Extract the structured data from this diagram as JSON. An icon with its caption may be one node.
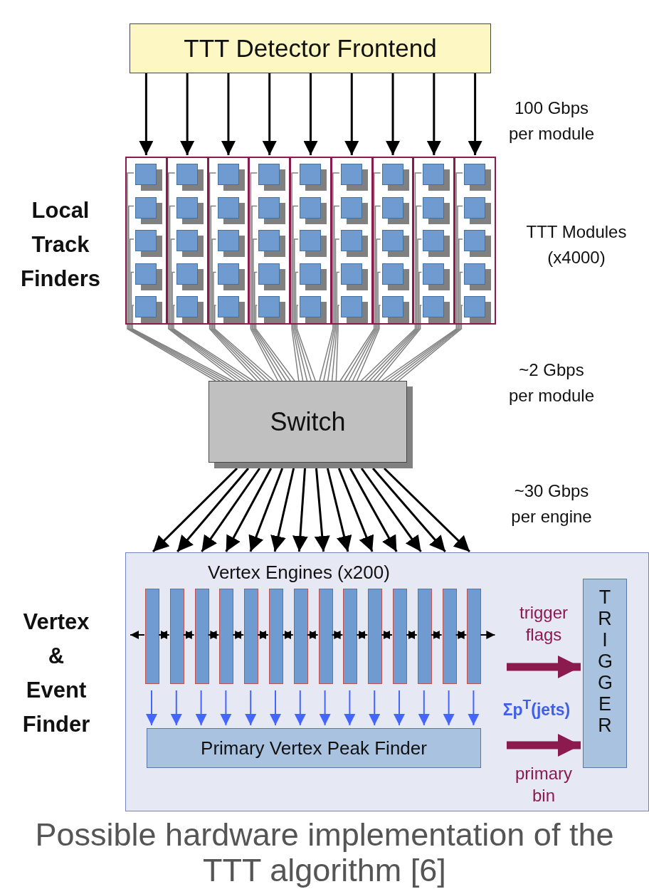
{
  "diagram": {
    "caption": "Possible hardware implementation of the TTT algorithm [6]",
    "nodes": [
      {
        "text": [
          "TTT Detector Frontend"
        ]
      },
      {
        "text": [],
        "shape": "box"
      },
      {
        "text": [],
        "shape": "box",
        "in": 1
      },
      {
        "text": [],
        "shape": "box",
        "in": 1
      },
      {
        "text": [],
        "shape": "box",
        "in": 1
      },
      {
        "text": [],
        "shape": "box",
        "in": 1
      },
      {
        "text": [],
        "shape": "box",
        "in": 1
      },
      {
        "text": [],
        "shape": "box"
      },
      {
        "text": [],
        "shape": "box",
        "in": 7
      },
      {
        "text": [],
        "shape": "box",
        "in": 7
      },
      {
        "text": [],
        "shape": "box",
        "in": 7
      },
      {
        "text": [],
        "shape": "box",
        "in": 7
      },
      {
        "text": [],
        "shape": "box",
        "in": 7
      },
      {
        "text": [],
        "shape": "box"
      },
      {
        "text": [],
        "shape": "box",
        "in": 13
      },
      {
        "text": [],
        "shape": "box",
        "in": 13
      },
      {
        "text": [],
        "shape": "box",
        "in": 13
      },
      {
        "text": [],
        "shape": "box",
        "in": 13
      },
      {
        "text": [],
        "shape": "box",
        "in": 13
      },
      {
        "text": [],
        "shape": "box"
      },
      {
        "text": [],
        "shape": "box",
        "in": 19
      },
      {
        "text": [],
        "shape": "box",
        "in": 19
      },
      {
        "text": [],
        "shape": "box",
        "in": 19
      },
      {
        "text": [],
        "shape": "box",
        "in": 19
      },
      {
        "text": [],
        "shape": "box",
        "in": 19
      },
      {
        "text": [],
        "shape": "box"
      },
      {
        "text": [],
        "shape": "box",
        "in": 25
      },
      {
        "text": [],
        "shape": "box",
        "in": 25
      },
      {
        "text": [],
        "shape": "box",
        "in": 25
      },
      {
        "text": [],
        "shape": "box",
        "in": 25
      },
      {
        "text": [],
        "shape": "box",
        "in": 25
      },
      {
        "text": [],
        "shape": "box"
      },
      {
        "text": [],
        "shape": "box",
        "in": 31
      },
      {
        "text": [],
        "shape": "box",
        "in": 31
      },
      {
        "text": [],
        "shape": "box",
        "in": 31
      },
      {
        "text": [],
        "shape": "box",
        "in": 31
      },
      {
        "text": [],
        "shape": "box",
        "in": 31
      },
      {
        "text": [],
        "shape": "box"
      },
      {
        "text": [],
        "shape": "box",
        "in": 37
      },
      {
        "text": [],
        "shape": "box",
        "in": 37
      },
      {
        "text": [],
        "shape": "box",
        "in": 37
      },
      {
        "text": [],
        "shape": "box",
        "in": 37
      },
      {
        "text": [],
        "shape": "box",
        "in": 37
      },
      {
        "text": [],
        "shape": "box"
      },
      {
        "text": [],
        "shape": "box",
        "in": 43
      },
      {
        "text": [],
        "shape": "box",
        "in": 43
      },
      {
        "text": [],
        "shape": "box",
        "in": 43
      },
      {
        "text": [],
        "shape": "box",
        "in": 43
      },
      {
        "text": [],
        "shape": "box",
        "in": 43
      },
      {
        "text": [],
        "shape": "box"
      },
      {
        "text": [],
        "shape": "box",
        "in": 49
      },
      {
        "text": [],
        "shape": "box",
        "in": 49
      },
      {
        "text": [],
        "shape": "box",
        "in": 49
      },
      {
        "text": [],
        "shape": "box",
        "in": 49
      },
      {
        "text": [],
        "shape": "box",
        "in": 49
      },
      {
        "text": [
          "Switch"
        ]
      },
      {
        "text": [
          "Vertex Engines (x200)"
        ]
      },
      {
        "text": [],
        "shape": "bar",
        "in": 56
      },
      {
        "text": [],
        "shape": "bar",
        "in": 56
      },
      {
        "text": [],
        "shape": "bar",
        "in": 56
      },
      {
        "text": [],
        "shape": "bar",
        "in": 56
      },
      {
        "text": [],
        "shape": "bar",
        "in": 56
      },
      {
        "text": [],
        "shape": "bar",
        "in": 56
      },
      {
        "text": [],
        "shape": "bar",
        "in": 56
      },
      {
        "text": [],
        "shape": "bar",
        "in": 56
      },
      {
        "text": [],
        "shape": "bar",
        "in": 56
      },
      {
        "text": [],
        "shape": "bar",
        "in": 56
      },
      {
        "text": [],
        "shape": "bar",
        "in": 56
      },
      {
        "text": [],
        "shape": "bar",
        "in": 56
      },
      {
        "text": [],
        "shape": "bar",
        "in": 56
      },
      {
        "text": [],
        "shape": "bar",
        "in": 56
      },
      {
        "text": [
          "Primary Vertex Peak Finder"
        ],
        "in": 56
      },
      {
        "text": [
          "TRIGGER"
        ],
        "in": 56
      }
    ],
    "edges": [
      {
        "from": 0,
        "to": 1,
        "arrow": "to",
        "color": "#000000"
      },
      {
        "from": 0,
        "to": 7,
        "arrow": "to",
        "color": "#000000"
      },
      {
        "from": 0,
        "to": 13,
        "arrow": "to",
        "color": "#000000"
      },
      {
        "from": 0,
        "to": 19,
        "arrow": "to",
        "color": "#000000"
      },
      {
        "from": 0,
        "to": 25,
        "arrow": "to",
        "color": "#000000"
      },
      {
        "from": 0,
        "to": 31,
        "arrow": "to",
        "color": "#000000"
      },
      {
        "from": 0,
        "to": 37,
        "arrow": "to",
        "color": "#000000"
      },
      {
        "from": 0,
        "to": 43,
        "arrow": "to",
        "color": "#000000"
      },
      {
        "from": 0,
        "to": 49,
        "arrow": "to",
        "color": "#000000"
      },
      {
        "from": 2,
        "to": 55,
        "arrow": "none",
        "color": "#808080"
      },
      {
        "from": 3,
        "to": 55,
        "arrow": "none",
        "color": "#808080"
      },
      {
        "from": 4,
        "to": 55,
        "arrow": "none",
        "color": "#808080"
      },
      {
        "from": 5,
        "to": 55,
        "arrow": "none",
        "color": "#808080"
      },
      {
        "from": 6,
        "to": 55,
        "arrow": "none",
        "color": "#808080"
      },
      {
        "from": 8,
        "to": 55,
        "arrow": "none",
        "color": "#808080"
      },
      {
        "from": 9,
        "to": 55,
        "arrow": "none",
        "color": "#808080"
      },
      {
        "from": 10,
        "to": 55,
        "arrow": "none",
        "color": "#808080"
      },
      {
        "from": 11,
        "to": 55,
        "arrow": "none",
        "color": "#808080"
      },
      {
        "from": 12,
        "to": 55,
        "arrow": "none",
        "color": "#808080"
      },
      {
        "from": 14,
        "to": 55,
        "arrow": "none",
        "color": "#808080"
      },
      {
        "from": 15,
        "to": 55,
        "arrow": "none",
        "color": "#808080"
      },
      {
        "from": 16,
        "to": 55,
        "arrow": "none",
        "color": "#808080"
      },
      {
        "from": 17,
        "to": 55,
        "arrow": "none",
        "color": "#808080"
      },
      {
        "from": 18,
        "to": 55,
        "arrow": "none",
        "color": "#808080"
      },
      {
        "from": 20,
        "to": 55,
        "arrow": "none",
        "color": "#808080"
      },
      {
        "from": 21,
        "to": 55,
        "arrow": "none",
        "color": "#808080"
      },
      {
        "from": 22,
        "to": 55,
        "arrow": "none",
        "color": "#808080"
      },
      {
        "from": 23,
        "to": 55,
        "arrow": "none",
        "color": "#808080"
      },
      {
        "from": 24,
        "to": 55,
        "arrow": "none",
        "color": "#808080"
      },
      {
        "from": 26,
        "to": 55,
        "arrow": "none",
        "color": "#808080"
      },
      {
        "from": 27,
        "to": 55,
        "arrow": "none",
        "color": "#808080"
      },
      {
        "from": 28,
        "to": 55,
        "arrow": "none",
        "color": "#808080"
      },
      {
        "from": 29,
        "to": 55,
        "arrow": "none",
        "color": "#808080"
      },
      {
        "from": 30,
        "to": 55,
        "arrow": "none",
        "color": "#808080"
      },
      {
        "from": 32,
        "to": 55,
        "arrow": "none",
        "color": "#808080"
      },
      {
        "from": 33,
        "to": 55,
        "arrow": "none",
        "color": "#808080"
      },
      {
        "from": 34,
        "to": 55,
        "arrow": "none",
        "color": "#808080"
      },
      {
        "from": 35,
        "to": 55,
        "arrow": "none",
        "color": "#808080"
      },
      {
        "from": 36,
        "to": 55,
        "arrow": "none",
        "color": "#808080"
      },
      {
        "from": 38,
        "to": 55,
        "arrow": "none",
        "color": "#808080"
      },
      {
        "from": 39,
        "to": 55,
        "arrow": "none",
        "color": "#808080"
      },
      {
        "from": 40,
        "to": 55,
        "arrow": "none",
        "color": "#808080"
      },
      {
        "from": 41,
        "to": 55,
        "arrow": "none",
        "color": "#808080"
      },
      {
        "from": 42,
        "to": 55,
        "arrow": "none",
        "color": "#808080"
      },
      {
        "from": 44,
        "to": 55,
        "arrow": "none",
        "color": "#808080"
      },
      {
        "from": 45,
        "to": 55,
        "arrow": "none",
        "color": "#808080"
      },
      {
        "from": 46,
        "to": 55,
        "arrow": "none",
        "color": "#808080"
      },
      {
        "from": 47,
        "to": 55,
        "arrow": "none",
        "color": "#808080"
      },
      {
        "from": 48,
        "to": 55,
        "arrow": "none",
        "color": "#808080"
      },
      {
        "from": 50,
        "to": 55,
        "arrow": "none",
        "color": "#808080"
      },
      {
        "from": 51,
        "to": 55,
        "arrow": "none",
        "color": "#808080"
      },
      {
        "from": 52,
        "to": 55,
        "arrow": "none",
        "color": "#808080"
      },
      {
        "from": 53,
        "to": 55,
        "arrow": "none",
        "color": "#808080"
      },
      {
        "from": 54,
        "to": 55,
        "arrow": "none",
        "color": "#808080"
      },
      {
        "from": 55,
        "to": 56,
        "arrow": "to",
        "color": "#000000"
      },
      {
        "from": 55,
        "to": 56,
        "arrow": "to",
        "color": "#000000"
      },
      {
        "from": 55,
        "to": 56,
        "arrow": "to",
        "color": "#000000"
      },
      {
        "from": 55,
        "to": 56,
        "arrow": "to",
        "color": "#000000"
      },
      {
        "from": 55,
        "to": 56,
        "arrow": "to",
        "color": "#000000"
      },
      {
        "from": 55,
        "to": 56,
        "arrow": "to",
        "color": "#000000"
      },
      {
        "from": 55,
        "to": 56,
        "arrow": "to",
        "color": "#000000"
      },
      {
        "from": 55,
        "to": 56,
        "arrow": "to",
        "color": "#000000"
      },
      {
        "from": 55,
        "to": 56,
        "arrow": "to",
        "color": "#000000"
      },
      {
        "from": 55,
        "to": 56,
        "arrow": "to",
        "color": "#000000"
      },
      {
        "from": 55,
        "to": 56,
        "arrow": "to",
        "color": "#000000"
      },
      {
        "from": 55,
        "to": 56,
        "arrow": "to",
        "color": "#000000"
      },
      {
        "from": 55,
        "to": 56,
        "arrow": "to",
        "color": "#000000"
      },
      {
        "from": 55,
        "to": 56,
        "arrow": "to",
        "color": "#000000"
      },
      {
        "from": 57,
        "to": null,
        "arrow": "to",
        "color": "#000000"
      },
      {
        "from": 57,
        "to": 58,
        "arrow": "both",
        "color": "#000000"
      },
      {
        "from": 58,
        "to": 59,
        "arrow": "both",
        "color": "#000000"
      },
      {
        "from": 59,
        "to": 60,
        "arrow": "both",
        "color": "#000000"
      },
      {
        "from": 60,
        "to": 61,
        "arrow": "both",
        "color": "#000000"
      },
      {
        "from": 61,
        "to": 62,
        "arrow": "both",
        "color": "#000000"
      },
      {
        "from": 62,
        "to": 63,
        "arrow": "both",
        "color": "#000000"
      },
      {
        "from": 63,
        "to": 64,
        "arrow": "both",
        "color": "#000000"
      },
      {
        "from": 64,
        "to": 65,
        "arrow": "both",
        "color": "#000000"
      },
      {
        "from": 65,
        "to": 66,
        "arrow": "both",
        "color": "#000000"
      },
      {
        "from": 66,
        "to": 67,
        "arrow": "both",
        "color": "#000000"
      },
      {
        "from": 67,
        "to": 68,
        "arrow": "both",
        "color": "#000000"
      },
      {
        "from": 68,
        "to": 69,
        "arrow": "both",
        "color": "#000000"
      },
      {
        "from": 69,
        "to": 70,
        "arrow": "both",
        "color": "#000000"
      },
      {
        "from": 70,
        "to": null,
        "arrow": "to",
        "color": "#000000"
      },
      {
        "from": 57,
        "to": 71,
        "arrow": "to",
        "color": "#4466ff"
      },
      {
        "from": 58,
        "to": 71,
        "arrow": "to",
        "color": "#4466ff"
      },
      {
        "from": 59,
        "to": 71,
        "arrow": "to",
        "color": "#4466ff"
      },
      {
        "from": 60,
        "to": 71,
        "arrow": "to",
        "color": "#4466ff"
      },
      {
        "from": 61,
        "to": 71,
        "arrow": "to",
        "color": "#4466ff"
      },
      {
        "from": 62,
        "to": 71,
        "arrow": "to",
        "color": "#4466ff"
      },
      {
        "from": 63,
        "to": 71,
        "arrow": "to",
        "color": "#4466ff"
      },
      {
        "from": 64,
        "to": 71,
        "arrow": "to",
        "color": "#4466ff"
      },
      {
        "from": 65,
        "to": 71,
        "arrow": "to",
        "color": "#4466ff"
      },
      {
        "from": 66,
        "to": 71,
        "arrow": "to",
        "color": "#4466ff"
      },
      {
        "from": 67,
        "to": 71,
        "arrow": "to",
        "color": "#4466ff"
      },
      {
        "from": 68,
        "to": 71,
        "arrow": "to",
        "color": "#4466ff"
      },
      {
        "from": 69,
        "to": 71,
        "arrow": "to",
        "color": "#4466ff"
      },
      {
        "from": 70,
        "to": 71,
        "arrow": "to",
        "color": "#4466ff"
      },
      {
        "from": null,
        "to": 72,
        "arrow": "to",
        "label": "trigger flags",
        "style": "thick",
        "color": "#8b1a4f"
      },
      {
        "from": null,
        "to": 72,
        "arrow": "to",
        "label": "primary bin",
        "style": "thick",
        "color": "#8b1a4f"
      }
    ],
    "labels": [
      "100 Gbps per module",
      "Local Track Finders",
      "TTT Modules (x4000)",
      "~2 Gbps per module",
      "~30 Gbps per engine",
      "Vertex & Event Finder",
      "Σp$^{T}$(jets)"
    ]
  }
}
